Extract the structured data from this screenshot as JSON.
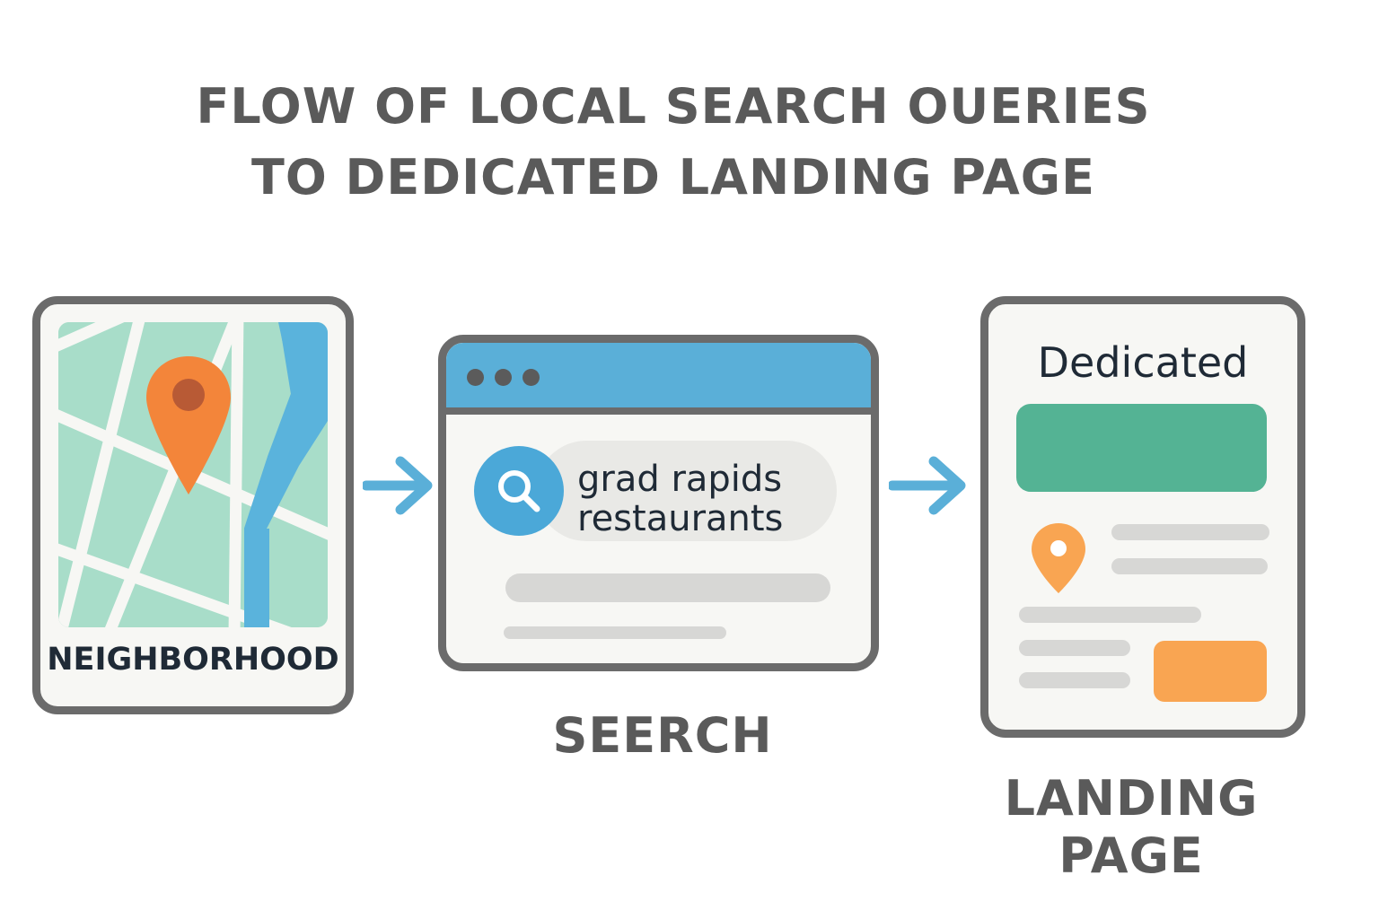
{
  "title": {
    "line1": "FLOW OF LOCAL SEARCH OUERIES",
    "line2": "TO DEDICATED LANDING PAGE"
  },
  "steps": [
    {
      "id": "neighborhood",
      "label": "NEIGHBORHOOD",
      "icon": "map-pin-icon"
    },
    {
      "id": "search",
      "label": "SEERCH",
      "query_line1": "grad rapids",
      "query_line2": "restaurants",
      "icon": "search-icon"
    },
    {
      "id": "landing",
      "heading": "Dedicated",
      "label_line1": "LANDING",
      "label_line2": "PAGE",
      "icon": "location-pin-icon"
    }
  ],
  "colors": {
    "title_text": "#5a5a5a",
    "panel_border": "#6b6b6b",
    "panel_fill": "#f7f7f4",
    "map_green": "#a8ddc9",
    "river_blue": "#5ab3dc",
    "pin_orange": "#f3853a",
    "browser_blue": "#5aafd8",
    "arrow_blue": "#5aafd8",
    "landing_green": "#54b394",
    "button_orange": "#f9a552",
    "placeholder_gray": "#d7d7d5"
  }
}
